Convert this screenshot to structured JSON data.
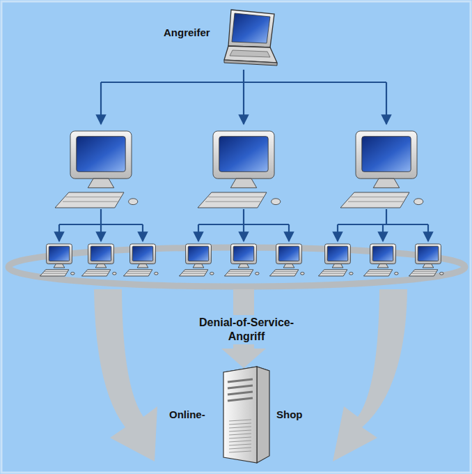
{
  "diagram": {
    "nodes": [
      {
        "text": [
          "Angreifer"
        ]
      },
      {
        "text": [
          "Online-",
          "Shop"
        ]
      }
    ],
    "labels": [
      "Denial-of-Service-Angriff"
    ]
  }
}
